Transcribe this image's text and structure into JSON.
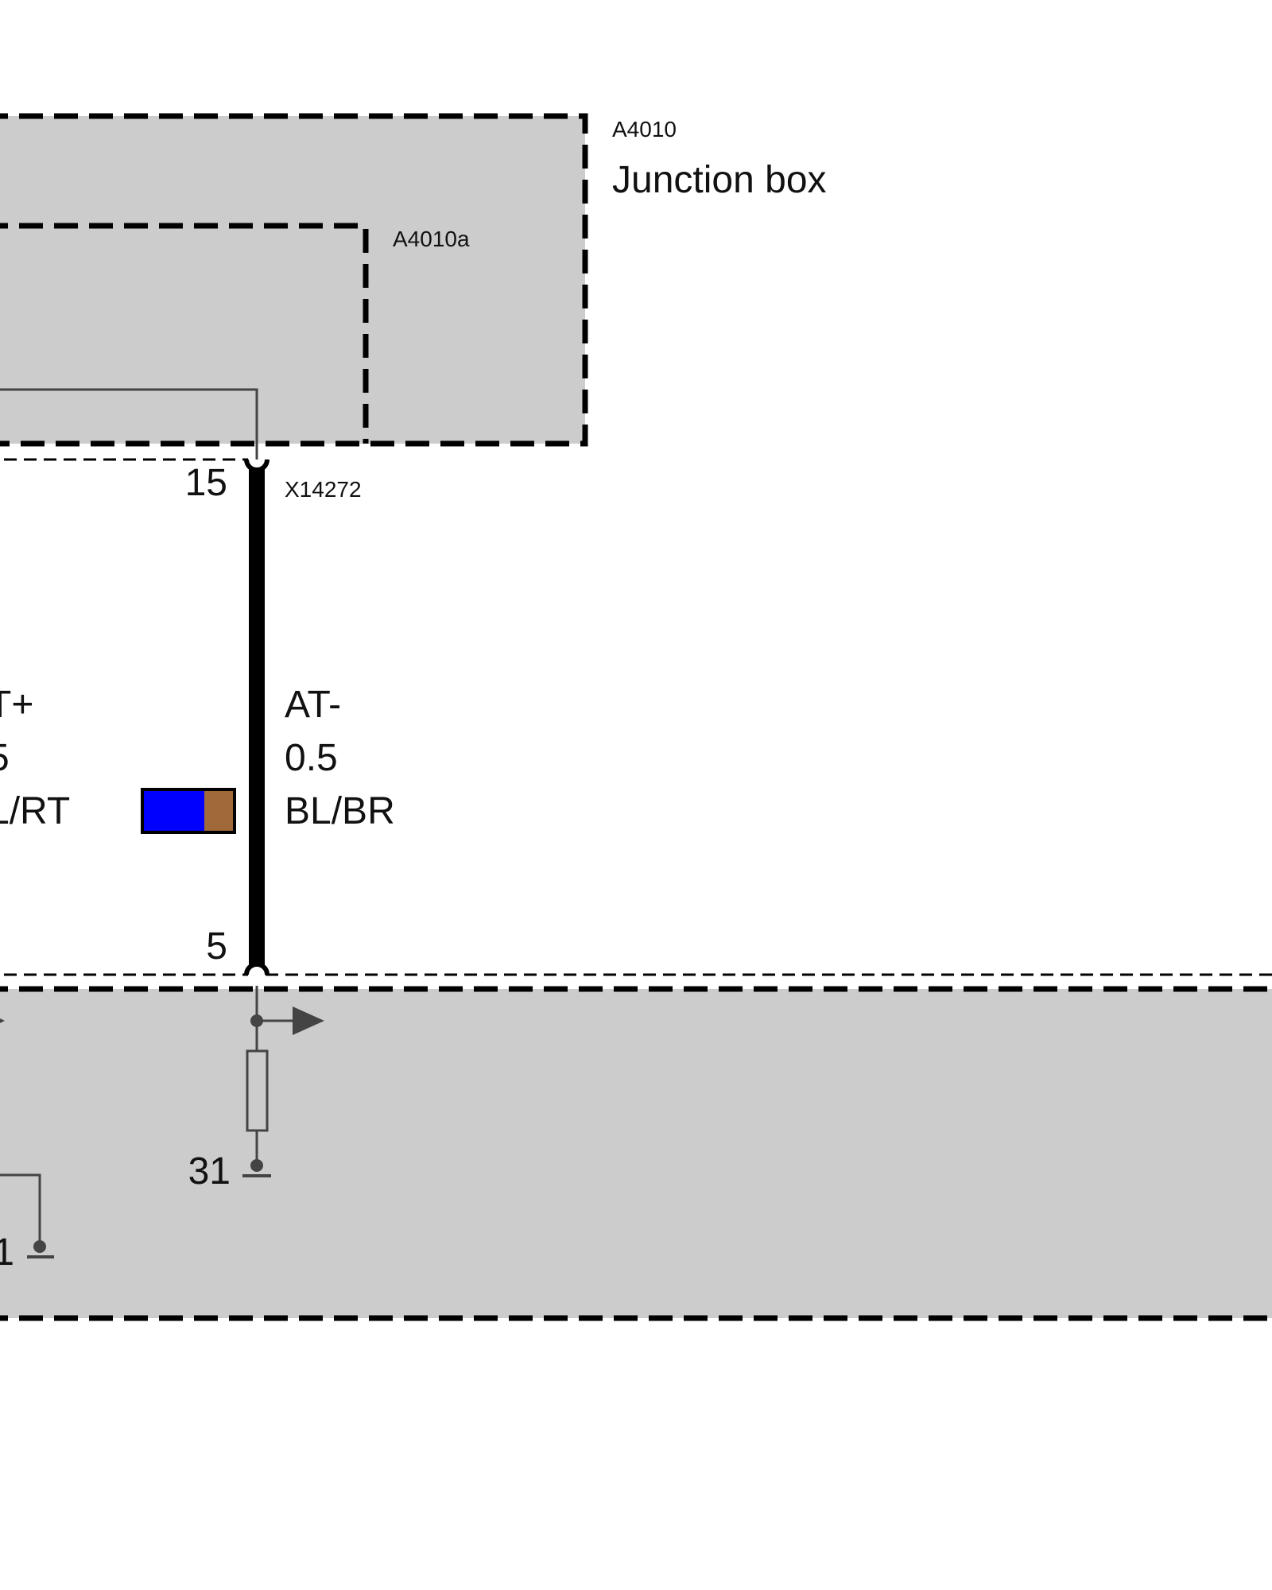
{
  "colors": {
    "box_fill": "#cccccc",
    "wire": "#000000",
    "thin_wire": "#444444",
    "stripe_primary": "#0000ff",
    "stripe_secondary": "#a0693a"
  },
  "junction_box": {
    "id": "A4010",
    "title": "Junction box",
    "inner_module_id": "A4010a"
  },
  "connector": {
    "id": "X14272",
    "top_pin": "15",
    "bottom_pin": "5"
  },
  "wire_at_minus": {
    "signal": "AT-",
    "gauge": "0.5",
    "color_code": "BL/BR"
  },
  "wire_at_plus_partial": {
    "signal": "T+",
    "gauge": "5",
    "color_code": "L/RT"
  },
  "lower_module": {
    "ground_label": "31",
    "left_ground_label_partial": "1"
  }
}
